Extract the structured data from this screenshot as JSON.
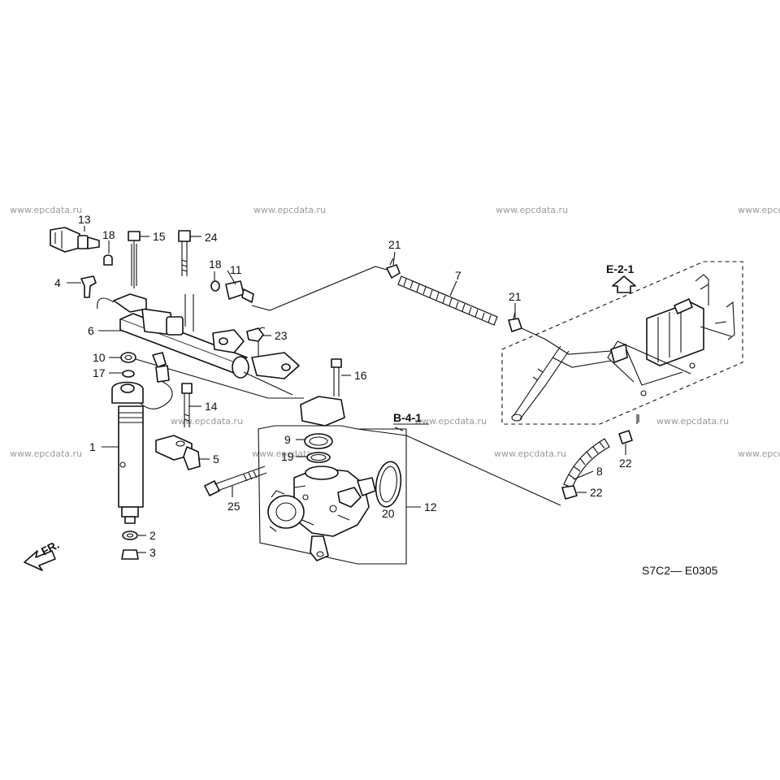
{
  "diagram": {
    "diagram_code": "S7C2— E0305",
    "front_marker": "FR.",
    "watermark_text": "www.epcdata.ru",
    "references": {
      "e21": "E-2-1",
      "b41": "B-4-1"
    },
    "callouts": {
      "c1": "1",
      "c2": "2",
      "c3": "3",
      "c4": "4",
      "c5": "5",
      "c6": "6",
      "c7": "7",
      "c8": "8",
      "c9": "9",
      "c10": "10",
      "c11": "11",
      "c12": "12",
      "c13": "13",
      "c14": "14",
      "c15": "15",
      "c16": "16",
      "c17": "17",
      "c18a": "18",
      "c18b": "18",
      "c19": "19",
      "c20": "20",
      "c21a": "21",
      "c21b": "21",
      "c22a": "22",
      "c22b": "22",
      "c23": "23",
      "c24": "24",
      "c25": "25"
    }
  }
}
